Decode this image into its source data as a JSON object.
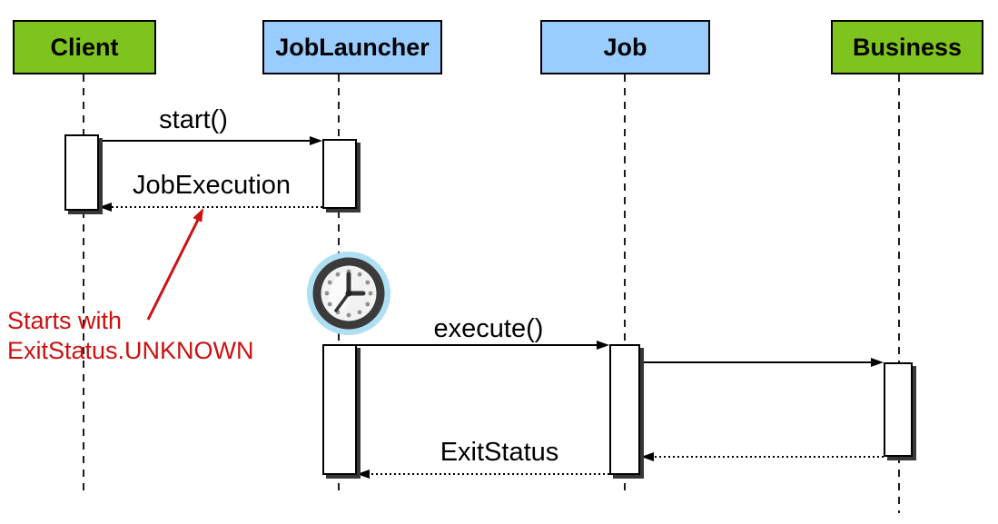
{
  "diagram": {
    "type": "uml-sequence-diagram",
    "actors": [
      {
        "label": "Client",
        "fill": "#7fc41e"
      },
      {
        "label": "JobLauncher",
        "fill": "#99ccff"
      },
      {
        "label": "Job",
        "fill": "#99ccff"
      },
      {
        "label": "Business",
        "fill": "#7fc41e"
      }
    ],
    "messages": [
      {
        "label": "start()",
        "from": "Client",
        "to": "JobLauncher",
        "line": "solid"
      },
      {
        "label": "JobExecution",
        "from": "JobLauncher",
        "to": "Client",
        "line": "dotted-return"
      },
      {
        "label": "execute()",
        "from": "JobLauncher",
        "to": "Job",
        "line": "solid"
      },
      {
        "label": "",
        "from": "Job",
        "to": "Business",
        "line": "solid"
      },
      {
        "label": "",
        "from": "Business",
        "to": "Job",
        "line": "dotted-return"
      },
      {
        "label": "ExitStatus",
        "from": "Job",
        "to": "JobLauncher",
        "line": "dotted-return"
      }
    ],
    "note": {
      "line1": "Starts with",
      "line2": "ExitStatus.UNKNOWN",
      "color": "#cc1111"
    },
    "icons": [
      {
        "name": "clock-icon",
        "lifeline": "JobLauncher"
      }
    ],
    "colors": {
      "actor_green": "#7fc41e",
      "actor_blue": "#99ccff",
      "note_red": "#cc1111",
      "clock_ring_blue": "#aedff2",
      "line_black": "#000000"
    }
  }
}
